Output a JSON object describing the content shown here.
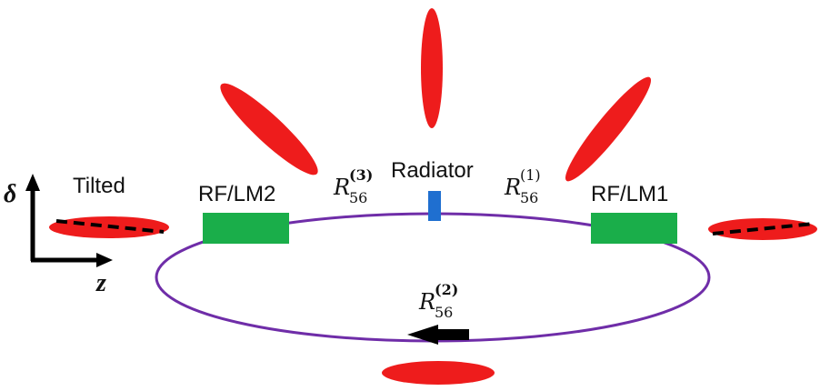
{
  "labels": {
    "tilted": "Tilted",
    "radiator": "Radiator",
    "rf_lm1": "RF/LM1",
    "rf_lm2": "RF/LM2",
    "axis_delta": "δ",
    "axis_z": "z"
  },
  "r56": [
    {
      "symbol": "R",
      "subscript": "56",
      "superscript": "(1)"
    },
    {
      "symbol": "R",
      "subscript": "56",
      "superscript": "(2)"
    },
    {
      "symbol": "R",
      "subscript": "56",
      "superscript": "(3)"
    }
  ],
  "colors": {
    "ring": "#6f2da8",
    "bunch": "#ee1c1c",
    "modulator": "#1aae4a",
    "radiator": "#1f6fd0",
    "arrow": "#000000"
  }
}
